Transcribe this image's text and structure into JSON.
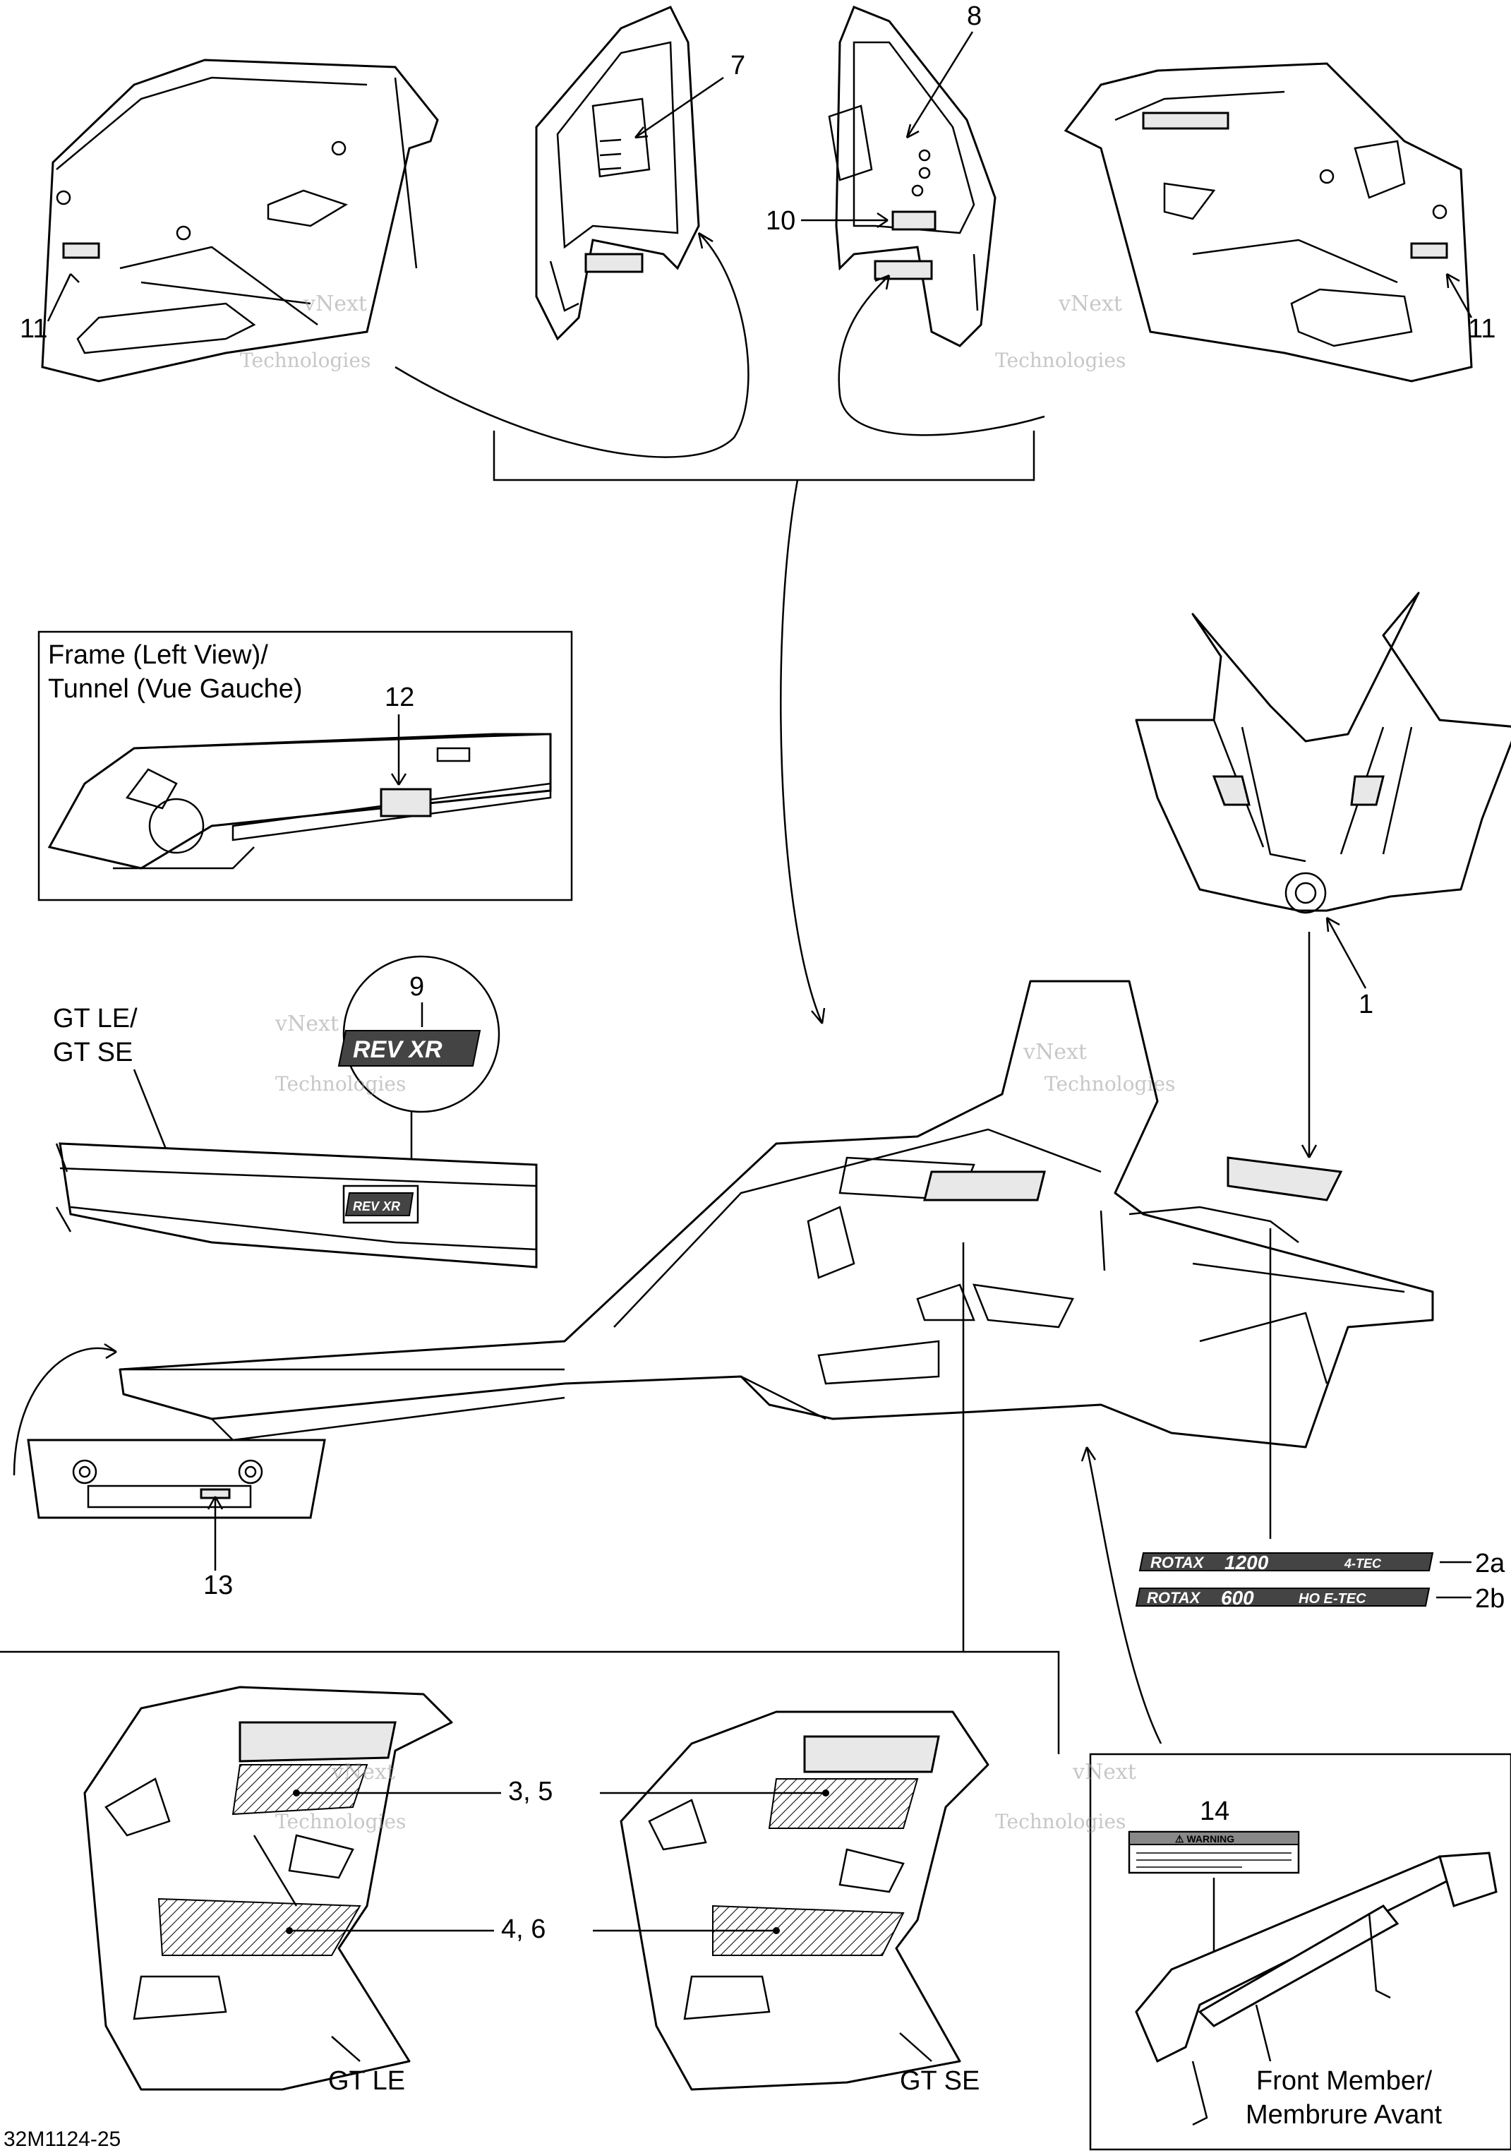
{
  "callouts": {
    "c7": "7",
    "c8": "8",
    "c10": "10",
    "c11_left": "11",
    "c11_right": "11",
    "c12": "12",
    "c9": "9",
    "c1": "1",
    "c2a": "2a",
    "c2b": "2b",
    "c13": "13",
    "c35": "3, 5",
    "c46": "4, 6",
    "c14": "14"
  },
  "frame_box": {
    "title_line1": "Frame (Left View)/",
    "title_line2": "Tunnel (Vue Gauche)"
  },
  "tunnel_label": {
    "line1": "GT LE/",
    "line2": "GT SE"
  },
  "model_labels": {
    "gt_le": "GT LE",
    "gt_se": "GT SE"
  },
  "front_member_box": {
    "line1": "Front Member/",
    "line2": "Membrure Avant",
    "warning_title": "⚠ WARNING"
  },
  "decals": {
    "d2a_brand": "ROTAX",
    "d2a_model": "1200",
    "d2a_suffix": "4-TEC",
    "d2b_brand": "ROTAX",
    "d2b_model": "600",
    "d2b_suffix": "HO E-TEC",
    "rev_xr": "REV XR"
  },
  "figure_id": "32M1124-25",
  "watermark": {
    "line1": "vNext",
    "line2": "Technologies"
  }
}
